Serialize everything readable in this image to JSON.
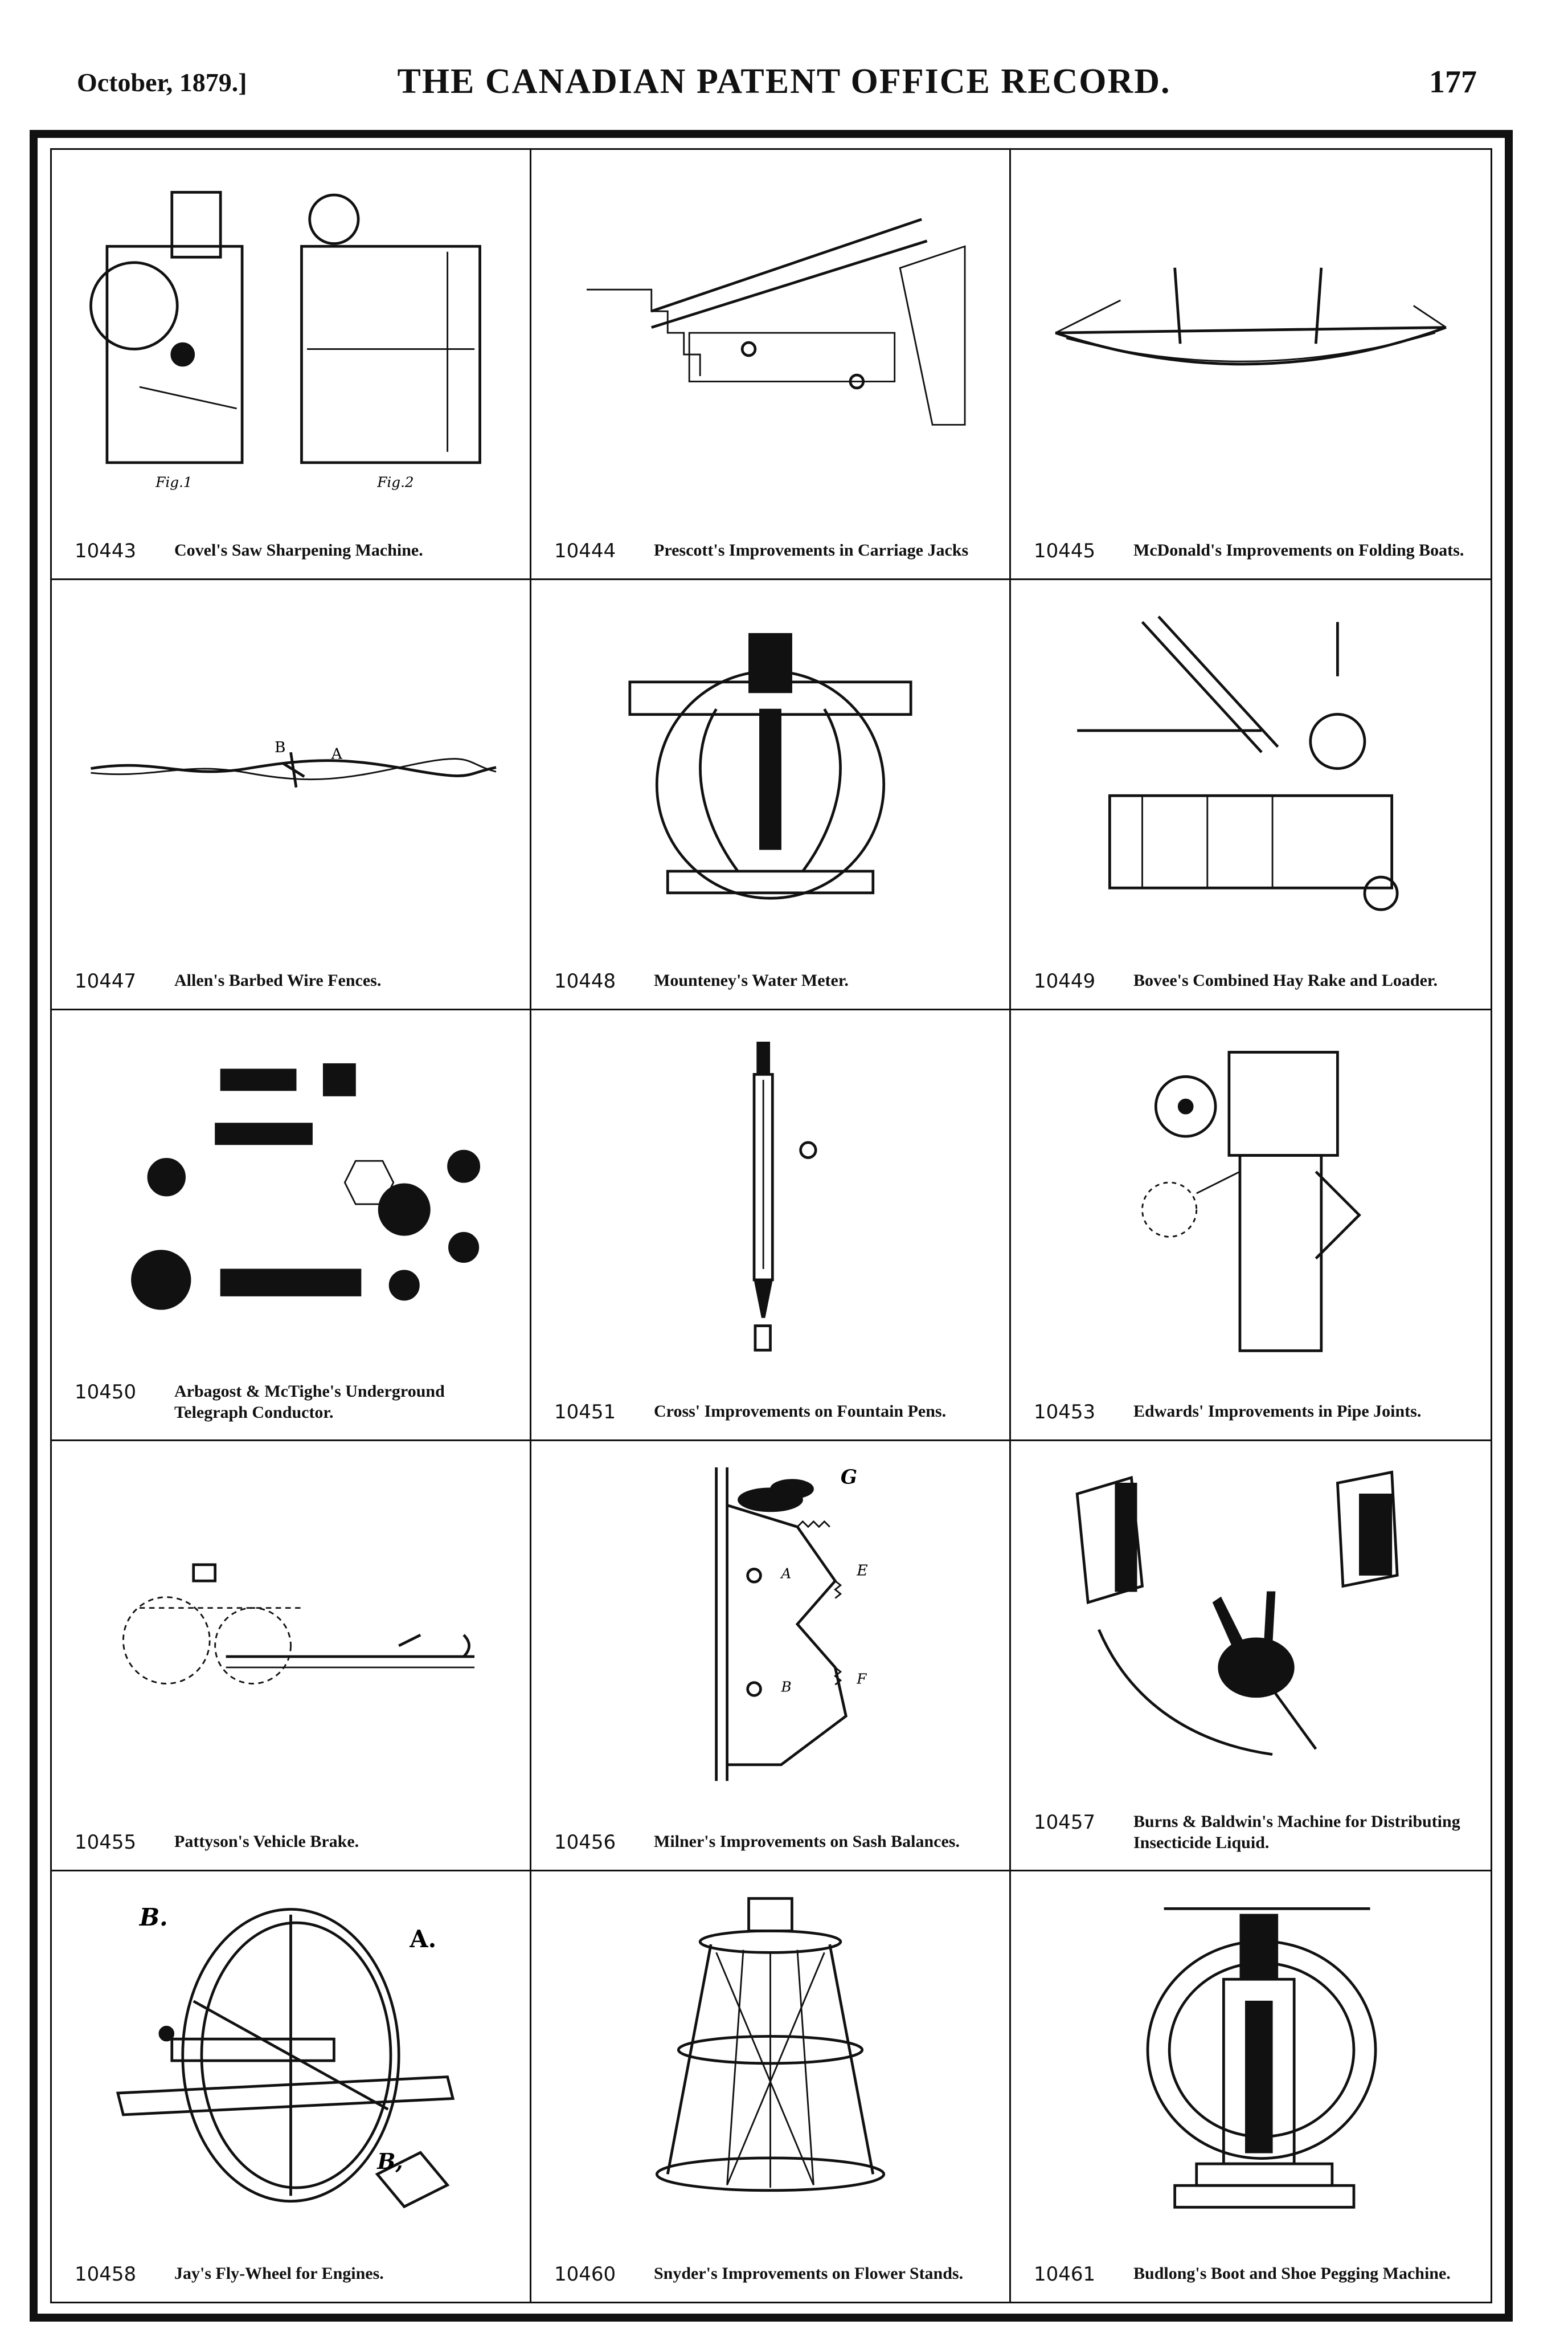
{
  "header": {
    "left": "October, 1879.]",
    "title": "THE CANADIAN PATENT OFFICE RECORD.",
    "page_number": "177"
  },
  "patents": [
    {
      "number": "10443",
      "title": "Covel's Saw Sharpening Machine.",
      "icon": "saw-machine-drawing",
      "labels": [
        "Fig.1",
        "Fig.2"
      ]
    },
    {
      "number": "10444",
      "title": "Prescott's Improvements in Carriage Jacks",
      "icon": "carriage-jack-drawing"
    },
    {
      "number": "10445",
      "title": "McDonald's Improvements on Folding Boats.",
      "icon": "folding-boat-drawing"
    },
    {
      "number": "10447",
      "title": "Allen's Barbed Wire Fences.",
      "icon": "barbed-wire-drawing",
      "labels": [
        "B",
        "A"
      ]
    },
    {
      "number": "10448",
      "title": "Mounteney's Water Meter.",
      "icon": "water-meter-drawing"
    },
    {
      "number": "10449",
      "title": "Bovee's Combined Hay Rake and Loader.",
      "icon": "hay-rake-drawing"
    },
    {
      "number": "10450",
      "title": "Arbagost & McTighe's Underground Telegraph Conductor.",
      "icon": "telegraph-conductor-drawing"
    },
    {
      "number": "10451",
      "title": "Cross' Improvements on Fountain Pens.",
      "icon": "fountain-pen-drawing"
    },
    {
      "number": "10453",
      "title": "Edwards' Improvements in Pipe Joints.",
      "icon": "pipe-joint-drawing"
    },
    {
      "number": "10455",
      "title": "Pattyson's Vehicle Brake.",
      "icon": "vehicle-brake-drawing"
    },
    {
      "number": "10456",
      "title": "Milner's Improvements on Sash Balances.",
      "icon": "sash-balance-drawing",
      "labels": [
        "G",
        "E",
        "A",
        "B",
        "F"
      ]
    },
    {
      "number": "10457",
      "title": "Burns & Baldwin's Machine for Distributing Insecticide Liquid.",
      "icon": "insecticide-machine-drawing"
    },
    {
      "number": "10458",
      "title": "Jay's Fly-Wheel for Engines.",
      "icon": "fly-wheel-drawing",
      "labels": [
        "B.",
        "A.",
        "B,"
      ]
    },
    {
      "number": "10460",
      "title": "Snyder's Improvements on Flower Stands.",
      "icon": "flower-stand-drawing"
    },
    {
      "number": "10461",
      "title": "Budlong's Boot and Shoe Pegging Machine.",
      "icon": "pegging-machine-drawing"
    }
  ]
}
